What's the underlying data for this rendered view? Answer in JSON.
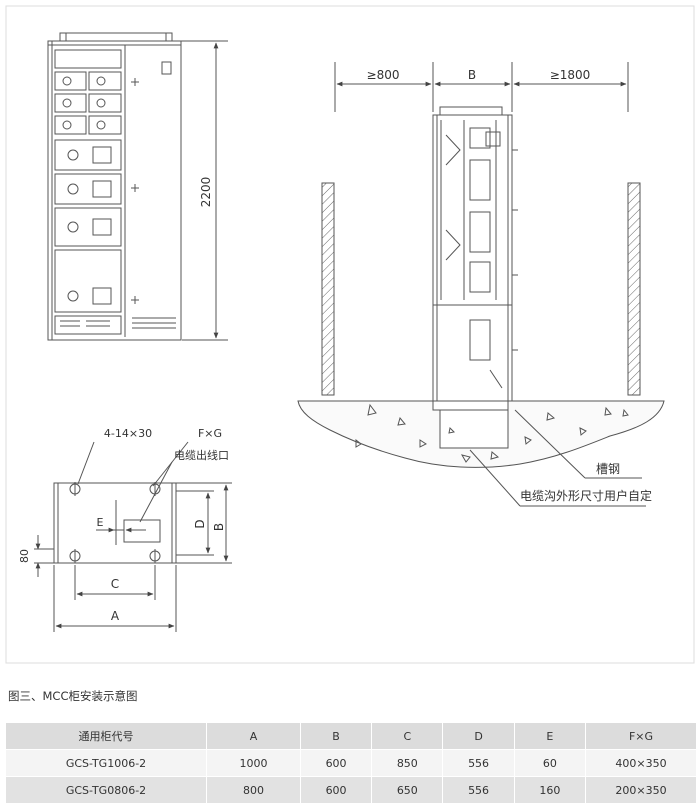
{
  "front_view": {
    "height_label": "2200"
  },
  "side_view": {
    "front_clearance": "≥800",
    "depth_label": "B",
    "rear_clearance": "≥1800",
    "channel_steel": "槽钢",
    "trench_note": "电缆沟外形尺寸用户自定"
  },
  "plan_view": {
    "holes_label": "4-14×30",
    "cable_opening_size": "F×G",
    "cable_opening": "电缆出线口",
    "dim_a": "A",
    "dim_b": "B",
    "dim_c": "C",
    "dim_d": "D",
    "dim_e": "E",
    "dim_80": "80"
  },
  "caption": "图三、MCC柜安装示意图",
  "table": {
    "headers": [
      "通用柜代号",
      "A",
      "B",
      "C",
      "D",
      "E",
      "F×G"
    ],
    "rows": [
      [
        "GCS-TG1006-2",
        "1000",
        "600",
        "850",
        "556",
        "60",
        "400×350"
      ],
      [
        "GCS-TG0806-2",
        "800",
        "600",
        "650",
        "556",
        "160",
        "200×350"
      ]
    ]
  },
  "colors": {
    "line": "#555555",
    "frame": "#d8d8d8",
    "header_bg": "#dcdcdc"
  }
}
